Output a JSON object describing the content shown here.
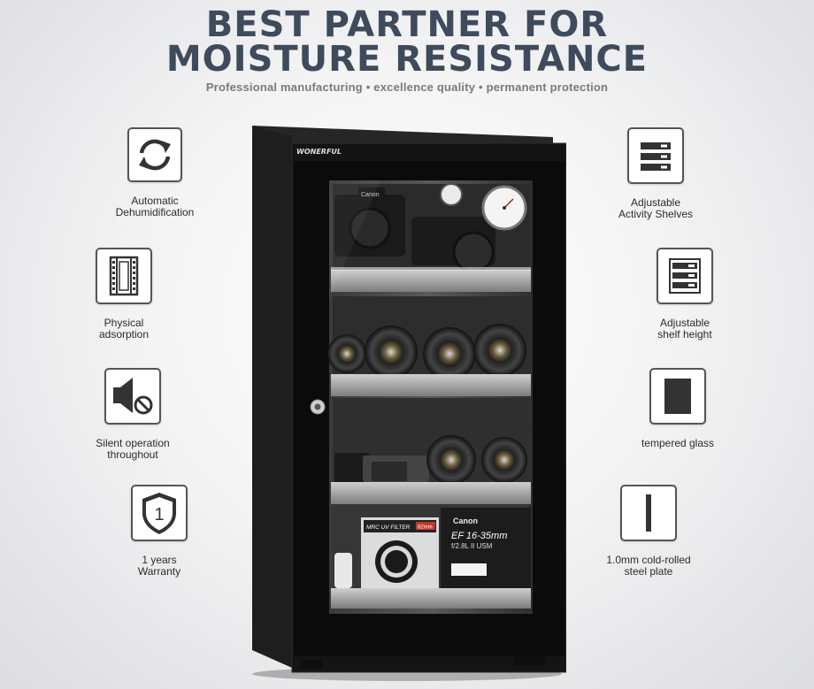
{
  "header": {
    "title_line1": "BEST PARTNER FOR",
    "title_line2": "MOISTURE RESISTANCE",
    "subtitle": "Professional manufacturing • excellence quality  • permanent protection"
  },
  "features_left": [
    {
      "icon": "refresh-arrows-icon",
      "line1": "Automatic",
      "line2": "Dehumidification"
    },
    {
      "icon": "film-strip-icon",
      "line1": "Physical",
      "line2": "adsorption"
    },
    {
      "icon": "speaker-mute-icon",
      "line1": "Silent operation",
      "line2": "throughout"
    },
    {
      "icon": "shield-one-icon",
      "line1": "1 years",
      "line2": "Warranty"
    }
  ],
  "features_right": [
    {
      "icon": "shelves-icon",
      "line1": "Adjustable",
      "line2": "Activity Shelves"
    },
    {
      "icon": "shelf-height-icon",
      "line1": "Adjustable",
      "line2": "shelf height"
    },
    {
      "icon": "glass-panel-icon",
      "line1": "tempered glass",
      "line2": ""
    },
    {
      "icon": "steel-plate-icon",
      "line1": "1.0mm cold-rolled",
      "line2": "steel plate"
    }
  ],
  "cabinet": {
    "brand": "WONERFUL",
    "camera_brand": "Canon",
    "filter_label": "MRC UV FILTER",
    "filter_size": "82mm",
    "lens_box_brand": "Canon",
    "lens_box_model": "EF 16-35mm",
    "lens_box_spec": "f/2.8L II USM"
  },
  "colors": {
    "title": "#3e4b5c",
    "icon_border": "#555555",
    "cabinet": "#151515"
  }
}
